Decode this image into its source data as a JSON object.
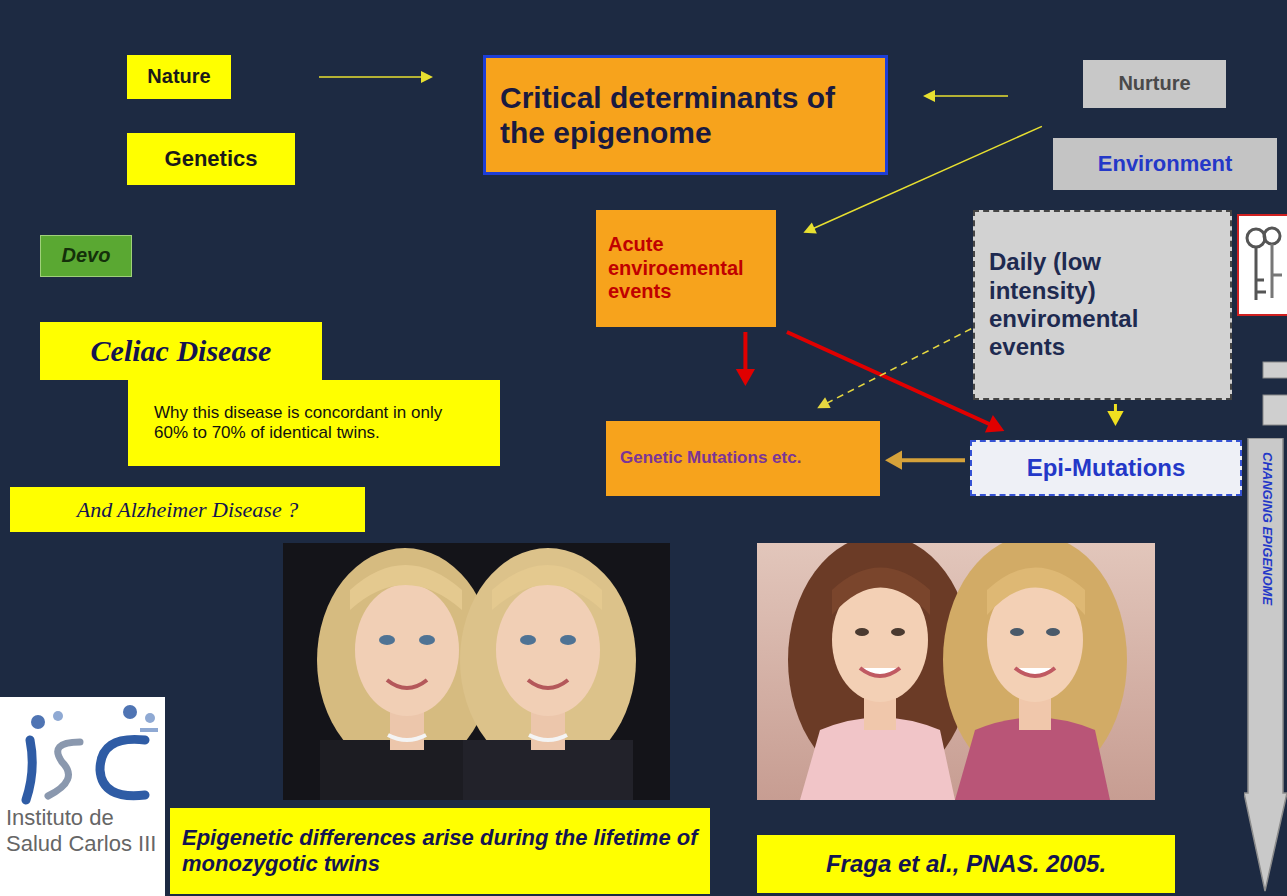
{
  "diagram": {
    "nodes": [
      {
        "text": [
          "Nature"
        ]
      },
      {
        "text": [
          "Critical determinants of the epigenome"
        ]
      },
      {
        "text": [
          "Nurture"
        ]
      },
      {
        "text": [
          "Genetics"
        ]
      },
      {
        "text": [
          "Environment"
        ]
      },
      {
        "text": [
          "Devo"
        ]
      },
      {
        "text": [
          "Acute enviroemental events"
        ]
      },
      {
        "text": [
          "Daily (low intensity) enviromental events"
        ]
      },
      {
        "text": [
          "Celiac Disease"
        ]
      },
      {
        "text": [
          "Why this disease is concordant in only 60% to 70% of identical twins."
        ]
      },
      {
        "text": [
          "Genetic Mutations etc."
        ]
      },
      {
        "text": [
          "Epi-Mutations"
        ]
      },
      {
        "text": [
          "And Alzheimer Disease ?"
        ]
      },
      {
        "text": [
          "Epigenetic differences arise during the lifetime of monozygotic twins"
        ]
      },
      {
        "text": [
          "Fraga et al., PNAS. 2005."
        ]
      },
      {
        "text": [
          "Instituto de Salud Carlos III"
        ]
      },
      {
        "text": [
          "CHANGING EPIGENOME"
        ]
      }
    ],
    "edges": [
      {
        "from": 0,
        "to": 1,
        "arrow": "to"
      },
      {
        "from": 2,
        "to": 1,
        "arrow": "to"
      },
      {
        "from": 2,
        "to": 6,
        "arrow": "to"
      },
      {
        "from": 6,
        "to": 10,
        "arrow": "to"
      },
      {
        "from": 6,
        "to": 11,
        "arrow": "to"
      },
      {
        "from": 7,
        "to": 10,
        "arrow": "to"
      },
      {
        "from": 7,
        "to": 11,
        "arrow": "to"
      },
      {
        "from": 11,
        "to": 10,
        "arrow": "to"
      }
    ]
  }
}
